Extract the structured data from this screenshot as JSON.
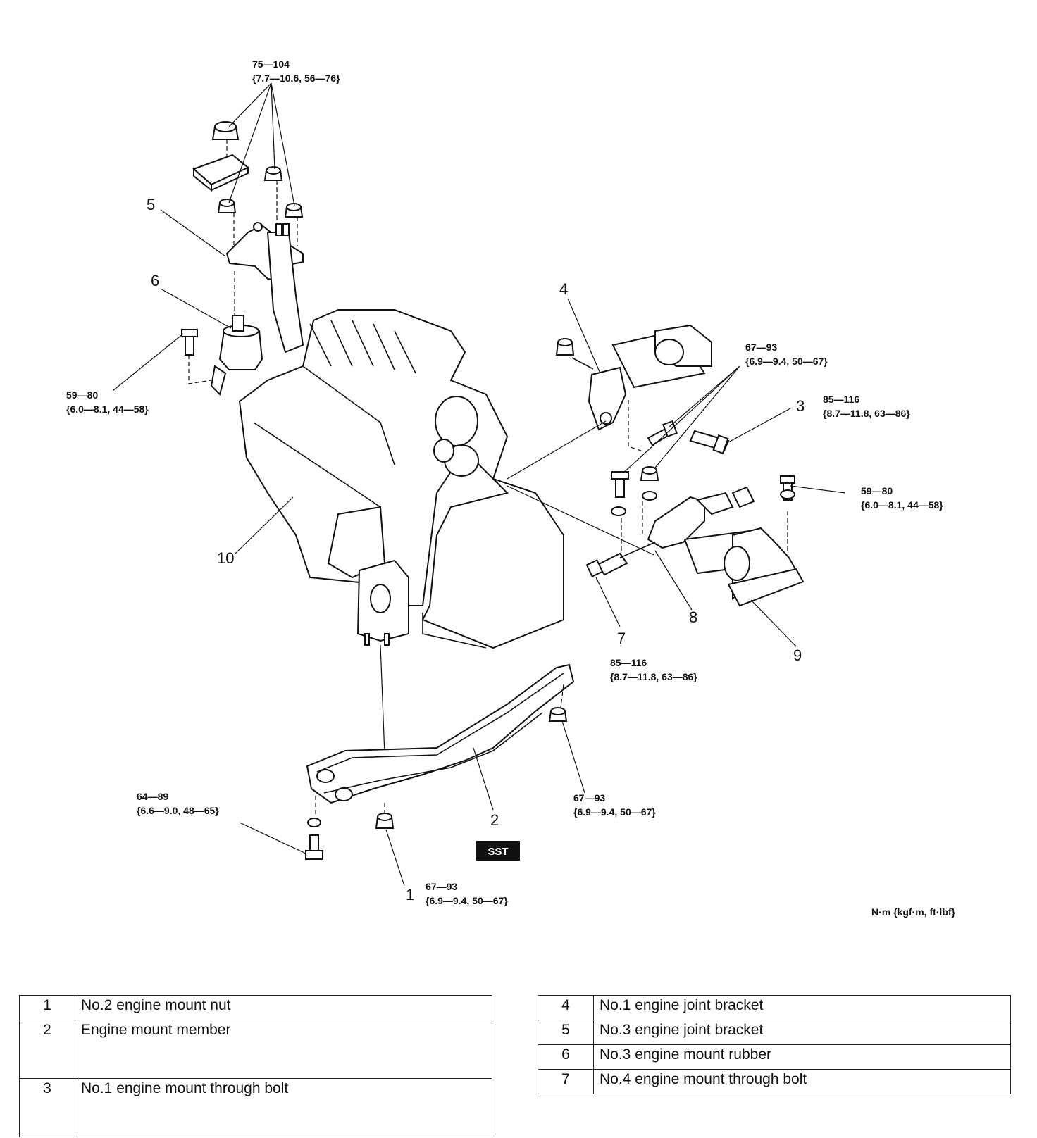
{
  "callouts": {
    "n1": "1",
    "n2": "2",
    "n3": "3",
    "n4": "4",
    "n5": "5",
    "n6": "6",
    "n7": "7",
    "n8": "8",
    "n9": "9",
    "n10": "10"
  },
  "torques": {
    "t_top": [
      "75—104",
      "{7.7—10.6, 56—76}"
    ],
    "t_left": [
      "59—80",
      "{6.0—8.1, 44—58}"
    ],
    "t_joint": [
      "67—93",
      "{6.9—9.4, 50—67}"
    ],
    "t_bolt3": [
      "85—116",
      "{8.7—11.8, 63—86}"
    ],
    "t_right": [
      "59—80",
      "{6.0—8.1, 44—58}"
    ],
    "t_bolt7": [
      "85—116",
      "{8.7—11.8, 63—86}"
    ],
    "t_member": [
      "67—93",
      "{6.9—9.4, 50—67}"
    ],
    "t_low": [
      "64—89",
      "{6.6—9.0, 48—65}"
    ],
    "t_nut1": [
      "67—93",
      "{6.9—9.4, 50—67}"
    ]
  },
  "sst_label": "SST",
  "units_label": "N·m {kgf·m, ft·lbf}",
  "legend_left": [
    {
      "num": "1",
      "name": "No.2 engine mount nut"
    },
    {
      "num": "2",
      "name": "Engine mount member"
    },
    {
      "num": "3",
      "name": "No.1 engine mount through bolt"
    }
  ],
  "legend_right": [
    {
      "num": "4",
      "name": "No.1 engine joint bracket"
    },
    {
      "num": "5",
      "name": "No.3 engine joint bracket"
    },
    {
      "num": "6",
      "name": "No.3 engine mount rubber"
    },
    {
      "num": "7",
      "name": "No.4 engine mount through bolt"
    }
  ]
}
